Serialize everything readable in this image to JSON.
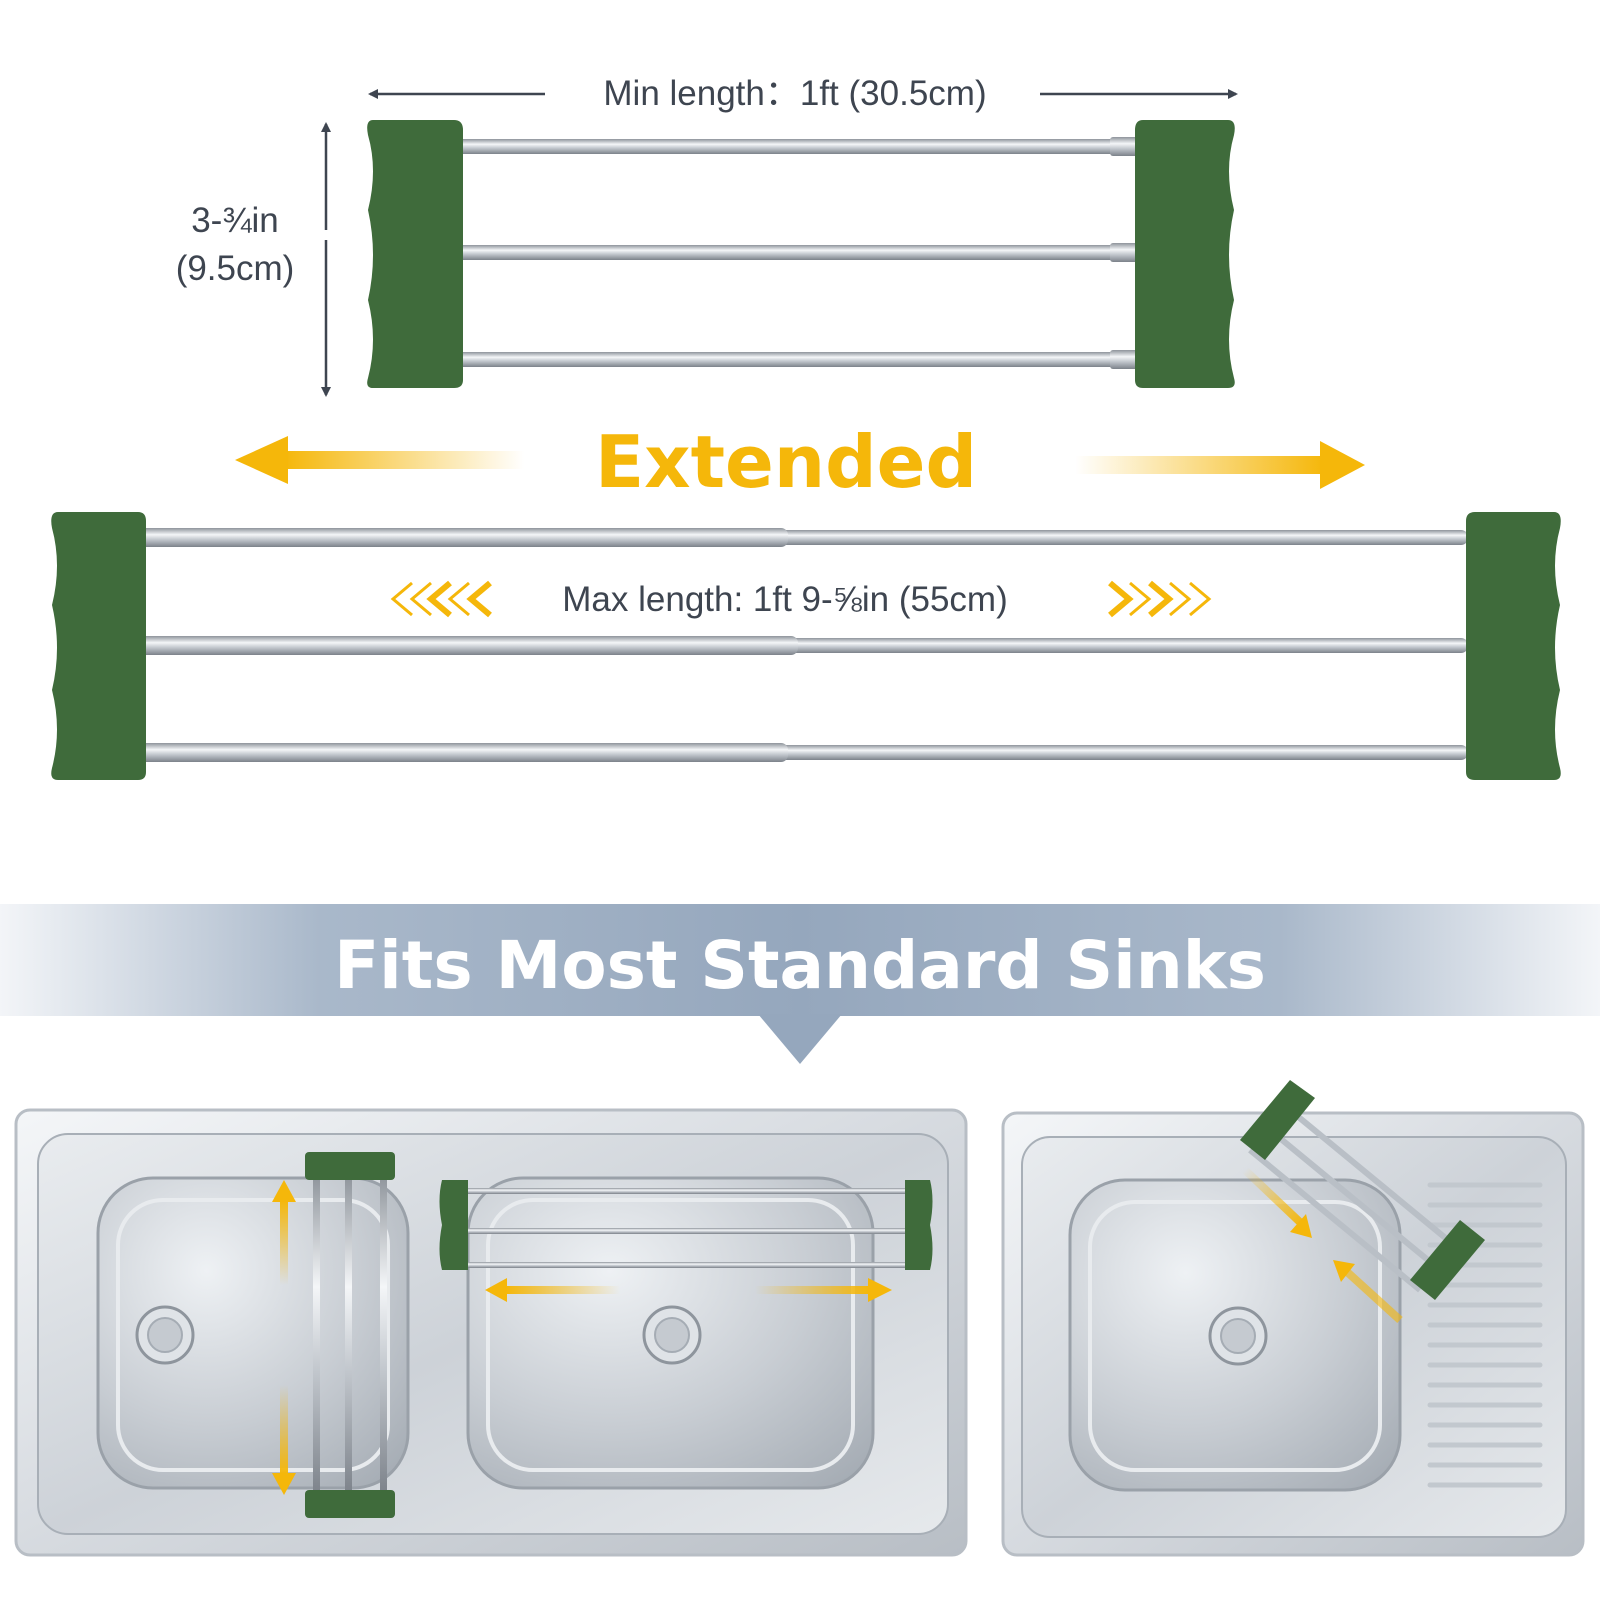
{
  "dimensions": {
    "min_length": "Min length：1ft (30.5cm)",
    "height_line1": "3-¾in",
    "height_line2": "(9.5cm)",
    "max_length": "Max length: 1ft 9-⅝in (55cm)"
  },
  "extended_label": "Extended",
  "banner": {
    "title": "Fits Most Standard Sinks"
  },
  "colors": {
    "rack_green": "#3f6b3b",
    "arrow_yellow": "#f5b70a",
    "dimension_gray": "#3e4550",
    "banner_blue": "#9eafc3",
    "steel": "#c9ced4"
  },
  "icons": {
    "extend_left": "arrow-left-icon",
    "extend_right": "arrow-right-icon",
    "chevrons_left": "chevrons-left-icon",
    "chevrons_right": "chevrons-right-icon",
    "banner_pointer": "triangle-down-icon"
  }
}
